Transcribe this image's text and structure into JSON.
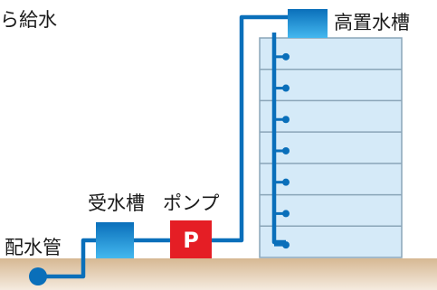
{
  "title_fragment": "ら給水",
  "labels": {
    "elevated_tank": "高置水槽",
    "receiving_tank": "受水槽",
    "pump": "ポンプ",
    "water_main": "配水管",
    "pump_symbol": "P"
  },
  "building": {
    "floors": 7
  },
  "colors": {
    "pipe": "#0a6fba",
    "tank_top": "#0a6fba",
    "tank_bottom": "#3fb3ec",
    "building_fill": "#d5eaf8",
    "building_line": "#8aa5b8",
    "pump": "#e51e25",
    "ground_top": "#d8bb96",
    "ground_bottom": "#f3e7d8"
  }
}
